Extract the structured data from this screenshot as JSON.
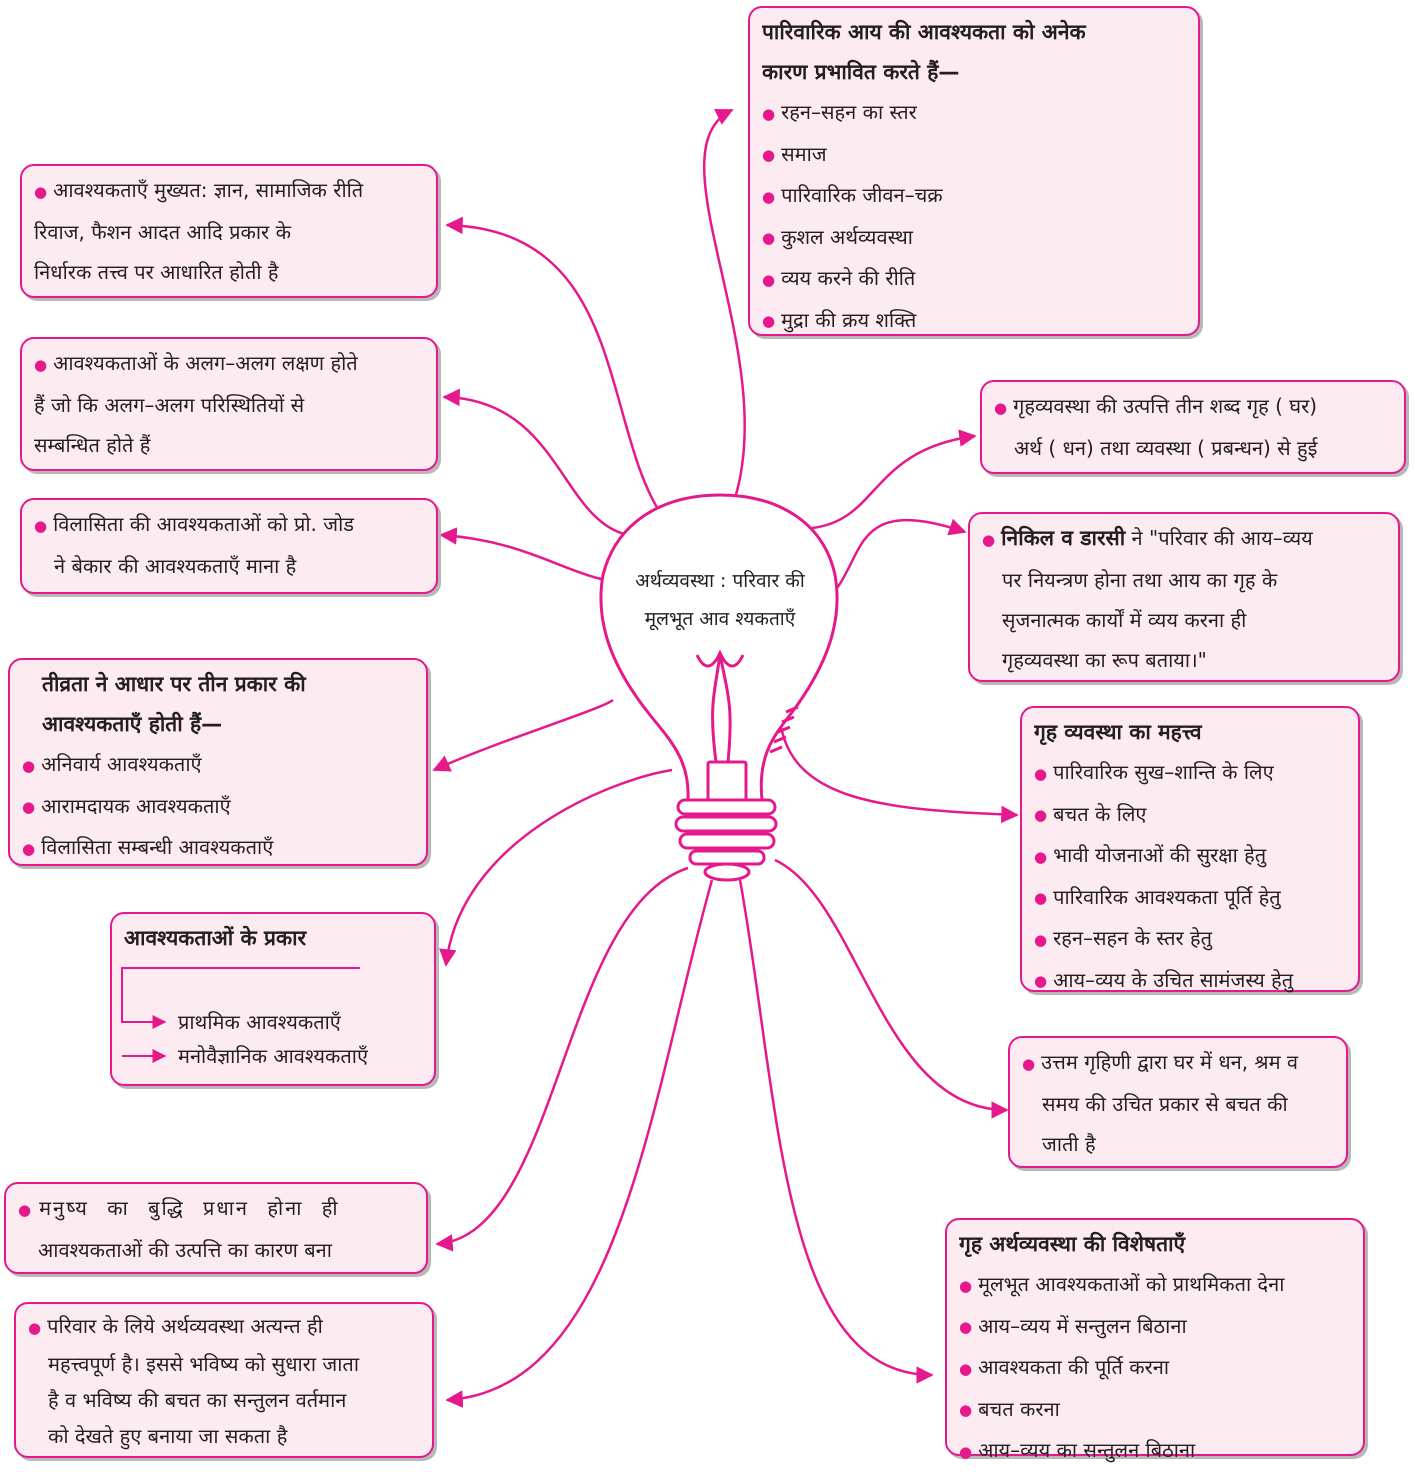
{
  "center": {
    "line1": "अर्थव्यवस्था : परिवार की",
    "line2": "मूलभूत आव श्यकताएँ"
  },
  "top_right": {
    "title1": "पारिवारिक आय की आवश्यकता को अनेक",
    "title2": "कारण प्रभावित करते हैं—",
    "items": [
      "रहन–सहन का स्तर",
      "समाज",
      "पारिवारिक जीवन–चक्र",
      "कुशल अर्थव्यवस्था",
      "व्यय करने की रीति",
      "मुद्रा की क्रय शक्ति"
    ]
  },
  "origin": {
    "line1": "गृहव्यवस्था की उत्पत्ति तीन शब्द गृह ( घर)",
    "line2": "अर्थ ( धन) तथा व्यवस्था ( प्रबन्धन) से हुई"
  },
  "nickel": {
    "name": "निकिल व डारसी",
    "line1_rest": " ने \"परिवार की आय–व्यय",
    "line2": "पर नियन्त्रण होना तथा आय का गृह के",
    "line3": "सृजनात्मक कार्यों में व्यय करना ही",
    "line4": "गृहव्यवस्था का रूप बताया।\""
  },
  "importance": {
    "title": "गृह व्यवस्था का महत्त्व",
    "items": [
      "पारिवारिक सुख–शान्ति के लिए",
      "बचत के लिए",
      "भावी योजनाओं की सुरक्षा हेतु",
      "पारिवारिक आवश्यकता पूर्ति हेतु",
      "रहन–सहन के स्तर हेतु",
      "आय–व्यय के उचित सामंजस्य हेतु"
    ]
  },
  "housewife": {
    "line1": "उत्तम गृहिणी द्वारा घर में धन, श्रम व",
    "line2": "समय की उचित प्रकार से बचत की",
    "line3": "जाती है"
  },
  "features": {
    "title": "गृह अर्थव्यवस्था की विशेषताएँ",
    "items": [
      "मूलभूत आवश्यकताओं को प्राथमिकता देना",
      "आय–व्यय में सन्तुलन बिठाना",
      "आवश्यकता की पूर्ति करना",
      "बचत करना",
      "आय–व्यय का सन्तुलन बिठाना"
    ]
  },
  "needs_basis": {
    "line1": "आवश्यकताएँ मुख्यत: ज्ञान, सामाजिक रीति",
    "line2": "रिवाज, फैशन आदत आदि प्रकार के",
    "line3": "निर्धारक तत्त्व पर आधारित होती है"
  },
  "needs_traits": {
    "line1": "आवश्यकताओं के अलग–अलग लक्षण होते",
    "line2": "हैं जो कि अलग–अलग परिस्थितियों से",
    "line3": "सम्बन्धित होते हैं"
  },
  "luxury": {
    "line1": "विलासिता की आवश्यकताओं को प्रो. जोड",
    "line2": "ने बेकार की आवश्यकताएँ माना है"
  },
  "intensity": {
    "title1": "तीव्रता ने आधार पर तीन प्रकार की",
    "title2": "आवश्यकताएँ होती हैं—",
    "items": [
      "अनिवार्य आवश्यकताएँ",
      "आरामदायक आवश्यकताएँ",
      "विलासिता सम्बन्धी आवश्यकताएँ"
    ]
  },
  "types": {
    "title": "आवश्यकताओं के प्रकार",
    "items": [
      "प्राथमिक आवश्यकताएँ",
      "मनोवैज्ञानिक आवश्यकताएँ"
    ]
  },
  "intellect": {
    "line1": "मनुष्य का बुद्धि प्रधान होना ही",
    "line2": "आवश्यकताओं की उत्पत्ति का कारण बना"
  },
  "family": {
    "line1": "परिवार के लिये अर्थव्यवस्था अत्यन्त ही",
    "line2": "महत्त्वपूर्ण है। इससे भविष्य को सुधारा जाता",
    "line3": "है व भविष्य की बचत का सन्तुलन वर्तमान",
    "line4": "को देखते हुए बनाया जा सकता है"
  },
  "colors": {
    "accent": "#e6198c",
    "box_fill": "#fdebf2"
  }
}
